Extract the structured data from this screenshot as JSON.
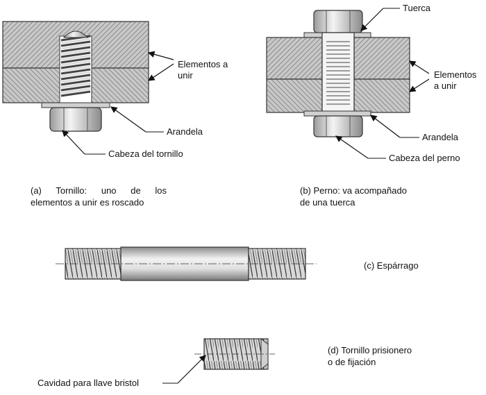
{
  "panel_a": {
    "label_elementos": [
      "Elementos a",
      "unir"
    ],
    "label_arandela": "Arandela",
    "label_cabeza": "Cabeza del tornillo",
    "caption": [
      "(a)  Tornillo:  uno  de  los",
      "elementos a unir es roscado"
    ]
  },
  "panel_b": {
    "label_tuerca": "Tuerca",
    "label_elementos": [
      "Elementos",
      "a unir"
    ],
    "label_arandela": "Arandela",
    "label_cabeza": "Cabeza del perno",
    "caption": [
      "(b) Perno: va acompañado",
      "de una tuerca"
    ]
  },
  "panel_c": {
    "caption": "(c) Espárrago"
  },
  "panel_d": {
    "caption": [
      "(d) Tornillo prisionero",
      "o de fijación"
    ],
    "label_cavidad": "Cavidad para llave bristol"
  }
}
